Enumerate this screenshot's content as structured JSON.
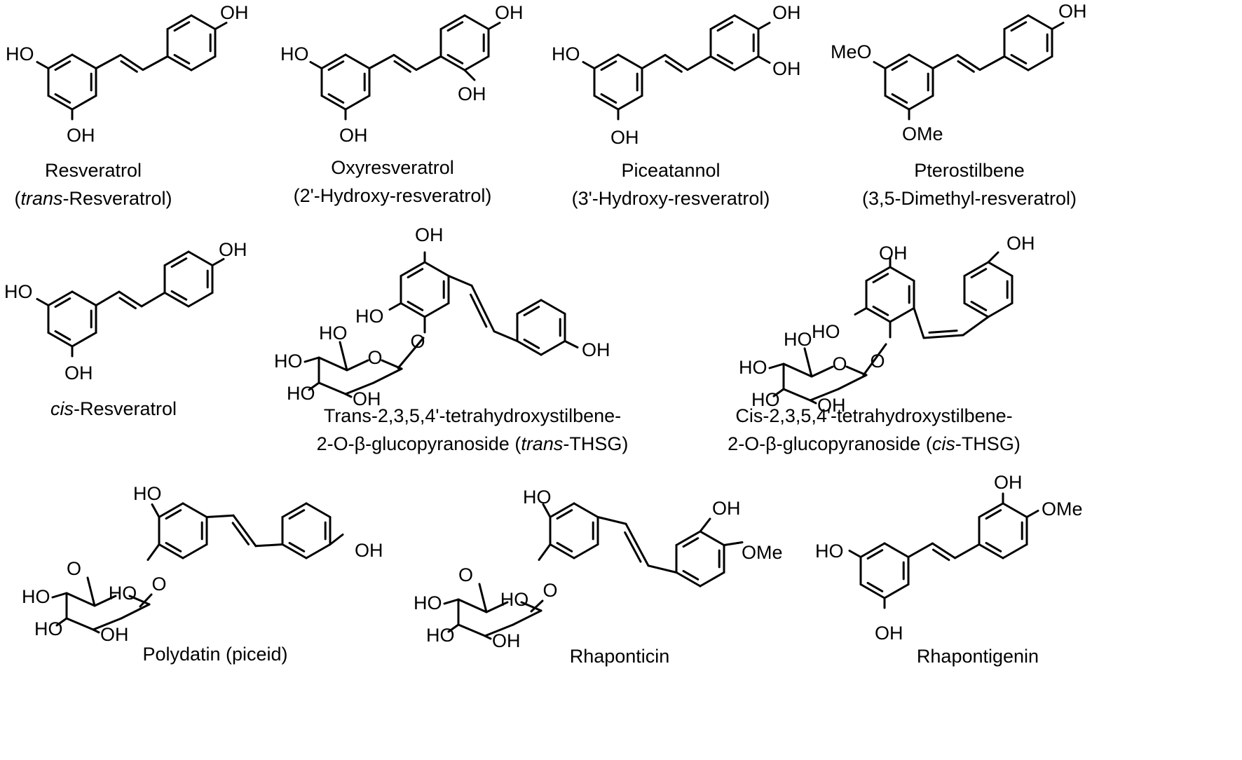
{
  "figure": {
    "compounds": [
      {
        "id": "resveratrol",
        "caption": [
          [
            {
              "t": "Resveratrol"
            }
          ],
          [
            {
              "t": "("
            },
            {
              "t": "trans",
              "i": true
            },
            {
              "t": "-Resveratrol)"
            }
          ]
        ],
        "atoms": [
          "OH",
          "HO",
          "OH"
        ]
      },
      {
        "id": "oxyresveratrol",
        "caption": [
          [
            {
              "t": "Oxyresveratrol"
            }
          ],
          [
            {
              "t": "(2'-Hydroxy-resveratrol)"
            }
          ]
        ],
        "atoms": [
          "OH",
          "HO",
          "OH",
          "OH"
        ]
      },
      {
        "id": "piceatannol",
        "caption": [
          [
            {
              "t": "Piceatannol"
            }
          ],
          [
            {
              "t": "(3'-Hydroxy-resveratrol)"
            }
          ]
        ],
        "atoms": [
          "OH",
          "OH",
          "HO",
          "OH"
        ]
      },
      {
        "id": "pterostilbene",
        "caption": [
          [
            {
              "t": "Pterostilbene"
            }
          ],
          [
            {
              "t": "(3,5-Dimethyl-resveratrol)"
            }
          ]
        ],
        "atoms": [
          "OH",
          "MeO",
          "OMe"
        ]
      },
      {
        "id": "cis-resveratrol",
        "caption": [
          [
            {
              "t": "cis",
              "i": true
            },
            {
              "t": "-Resveratrol"
            }
          ]
        ],
        "atoms": [
          "OH",
          "HO",
          "OH"
        ]
      },
      {
        "id": "trans-thsg",
        "caption": [
          [
            {
              "t": "Trans-2,3,5,4'-tetrahydroxystilbene-"
            }
          ],
          [
            {
              "t": "2-O-β-glucopyranoside ("
            },
            {
              "t": "trans",
              "i": true
            },
            {
              "t": "-THSG)"
            }
          ]
        ],
        "atoms": [
          "OH",
          "HO",
          "O",
          "OH",
          "HO",
          "O",
          "HO",
          "HO",
          "OH"
        ]
      },
      {
        "id": "cis-thsg",
        "caption": [
          [
            {
              "t": "Cis-2,3,5,4'-tetrahydroxystilbene-"
            }
          ],
          [
            {
              "t": "2-O-β-glucopyranoside ("
            },
            {
              "t": "cis",
              "i": true
            },
            {
              "t": "-THSG)"
            }
          ]
        ],
        "atoms": [
          "OH",
          "OH",
          "HO",
          "O",
          "HO",
          "O",
          "HO",
          "HO",
          "OH"
        ]
      },
      {
        "id": "polydatin",
        "caption": [
          [
            {
              "t": "Polydatin (piceid)"
            }
          ]
        ],
        "atoms": [
          "HO",
          "OH",
          "O",
          "HO",
          "O",
          "HO",
          "HO",
          "OH"
        ]
      },
      {
        "id": "rhaponticin",
        "caption": [
          [
            {
              "t": "Rhaponticin"
            }
          ]
        ],
        "atoms": [
          "HO",
          "OH",
          "OMe",
          "O",
          "HO",
          "O",
          "HO",
          "HO",
          "OH"
        ]
      },
      {
        "id": "rhapontigenin",
        "caption": [
          [
            {
              "t": "Rhapontigenin"
            }
          ]
        ],
        "atoms": [
          "OH",
          "OMe",
          "HO",
          "OH"
        ]
      }
    ]
  }
}
